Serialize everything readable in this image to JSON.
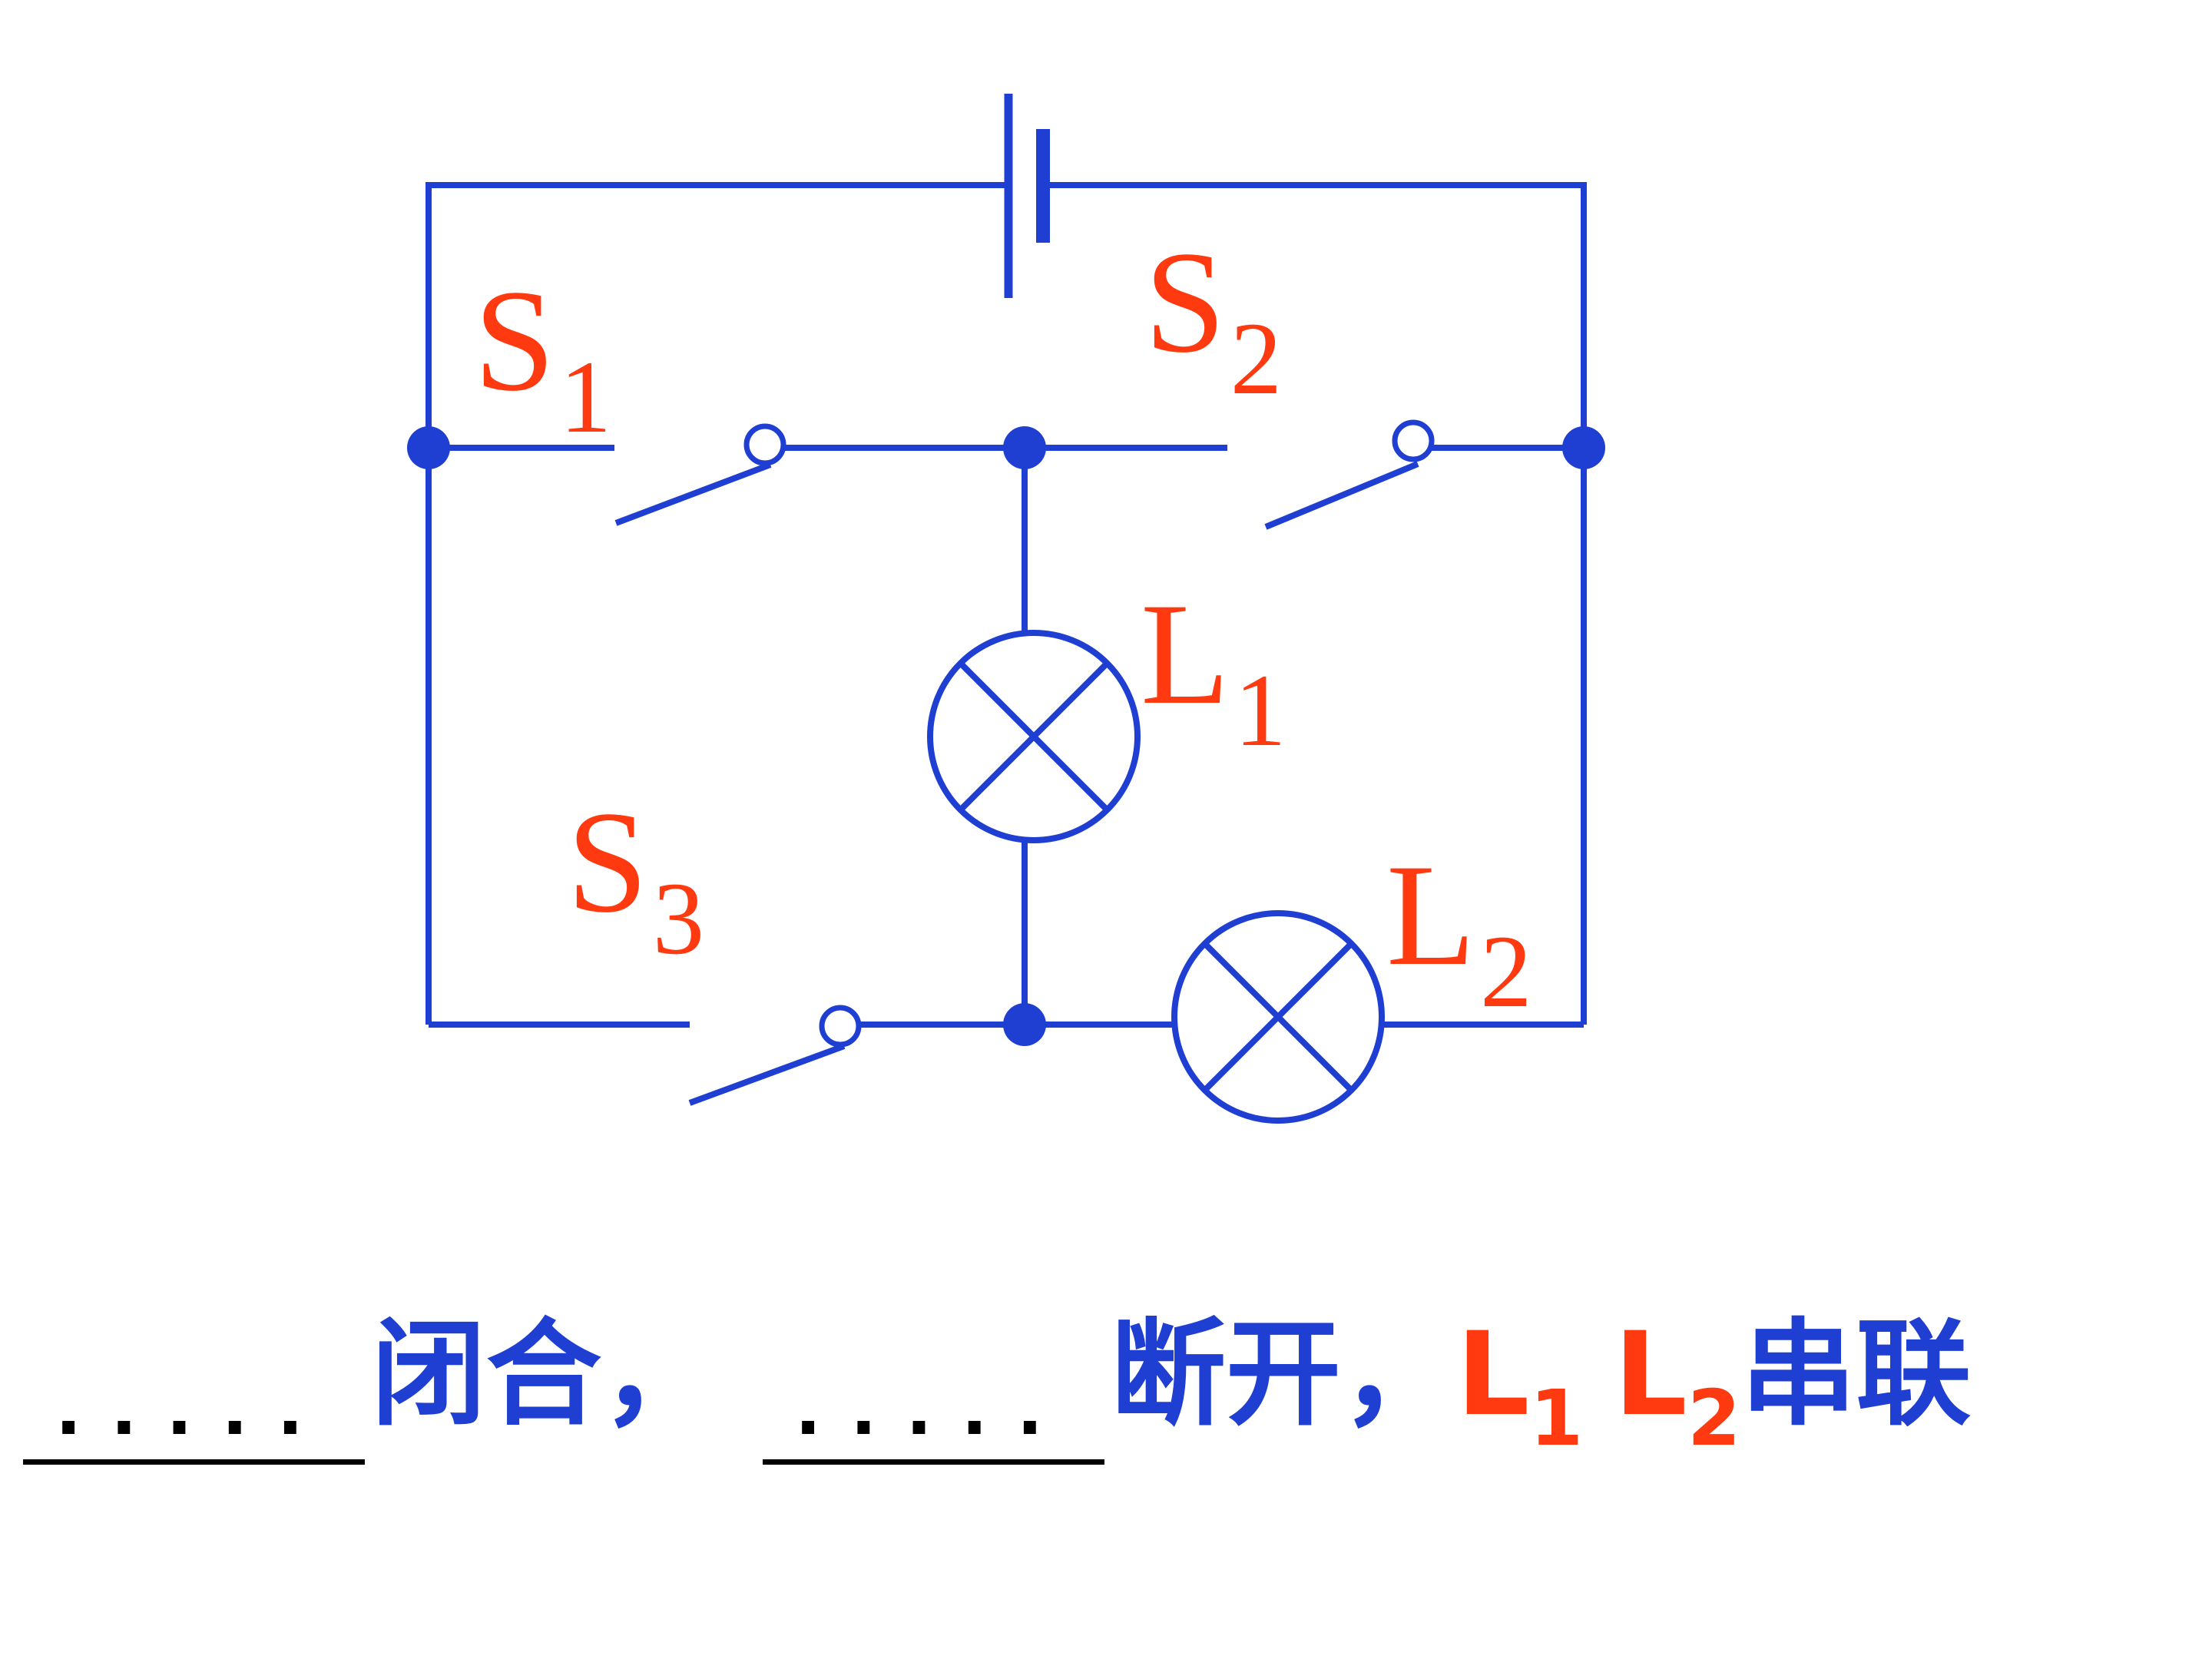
{
  "diagram": {
    "labels": {
      "s1": {
        "main": "S",
        "sub": "1"
      },
      "s2": {
        "main": "S",
        "sub": "2"
      },
      "s3": {
        "main": "S",
        "sub": "3"
      },
      "l1": {
        "main": "L",
        "sub": "1"
      },
      "l2": {
        "main": "L",
        "sub": "2"
      }
    }
  },
  "caption": {
    "blank_fill": ".....",
    "closed_text": "闭合，",
    "opened_text": "断开，",
    "lamp1_main": "L",
    "lamp1_sub": "1",
    "lamp2_main": "L",
    "lamp2_sub": "2",
    "series_text": "串联"
  },
  "colors": {
    "wire": "#1f3fd2",
    "label": "#ff3a10",
    "caption": "#1f3fd2",
    "blank": "#000000"
  }
}
